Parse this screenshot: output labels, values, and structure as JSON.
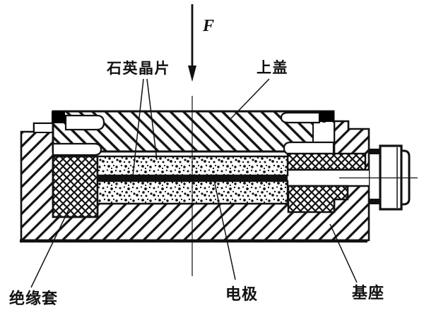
{
  "diagram": {
    "force_label": "F",
    "labels": {
      "quartz_plates": "石英晶片",
      "top_cover": "上盖",
      "insulating_sleeve": "绝缘套",
      "electrode": "电极",
      "base": "基座"
    },
    "colors": {
      "ink": "#111111",
      "background": "#ffffff",
      "seal_fill": "#000000"
    }
  }
}
